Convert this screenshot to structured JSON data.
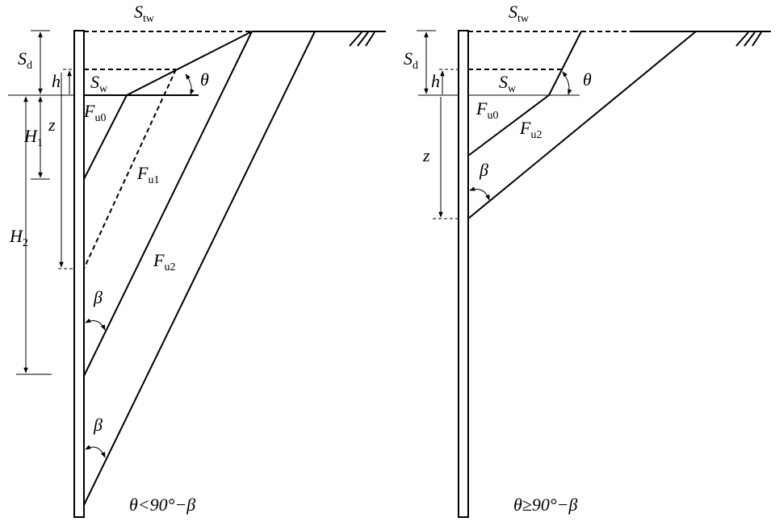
{
  "left": {
    "top_label": {
      "main": "S",
      "sub": "tw"
    },
    "sd_label": {
      "main": "S",
      "sub": "d"
    },
    "h_label": "h",
    "sw_label": {
      "main": "S",
      "sub": "w"
    },
    "theta_label": "θ",
    "fu0_label": {
      "main": "F",
      "sub": "u0"
    },
    "fu1_label": {
      "main": "F",
      "sub": "u1"
    },
    "fu2_label": {
      "main": "F",
      "sub": "u2"
    },
    "h1_label": {
      "main": "H",
      "sub": "1"
    },
    "h2_label": {
      "main": "H",
      "sub": "2"
    },
    "z_label": "z",
    "beta1_label": "β",
    "beta2_label": "β",
    "caption": "θ<90°−β"
  },
  "right": {
    "top_label": {
      "main": "S",
      "sub": "tw"
    },
    "sd_label": {
      "main": "S",
      "sub": "d"
    },
    "h_label": "h",
    "sw_label": {
      "main": "S",
      "sub": "w"
    },
    "theta_label": "θ",
    "fu0_label": {
      "main": "F",
      "sub": "u0"
    },
    "fu2_label": {
      "main": "F",
      "sub": "u2"
    },
    "z_label": "z",
    "beta_label": "β",
    "caption": "θ≥90°−β"
  }
}
